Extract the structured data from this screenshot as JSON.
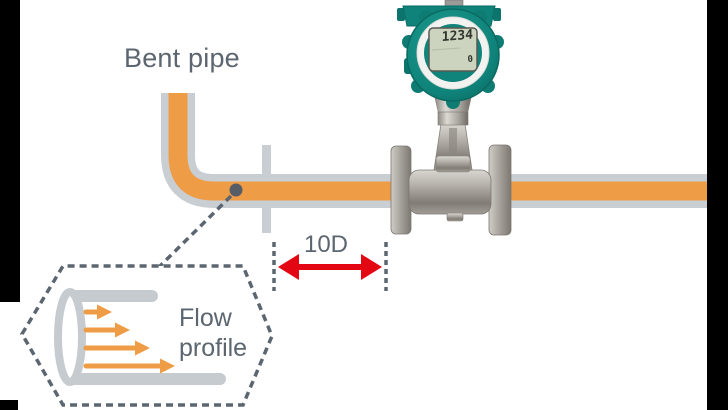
{
  "diagram": {
    "bent_pipe_label": "Bent pipe",
    "dimension_label": "10D",
    "inset_label": "Flow profile"
  },
  "flowmeter": {
    "lcd_value": "1234",
    "lcd_secondary": "0"
  },
  "inset": {
    "flow_arrow_lengths": [
      26,
      44,
      64,
      89
    ]
  },
  "colors": {
    "pipe_fill": "#ef9c47",
    "pipe_outline": "#c9ced3",
    "annotation_gray": "#5b6670",
    "dimension_red": "#e30613",
    "meter_teal": "#0f837a",
    "meter_teal_dark": "#0a6a62",
    "lcd_green": "#ccd3bf",
    "steel_light": "#d8d5d0",
    "steel_dark": "#7e7a73",
    "frame_black": "#000000",
    "background": "#ffffff"
  }
}
